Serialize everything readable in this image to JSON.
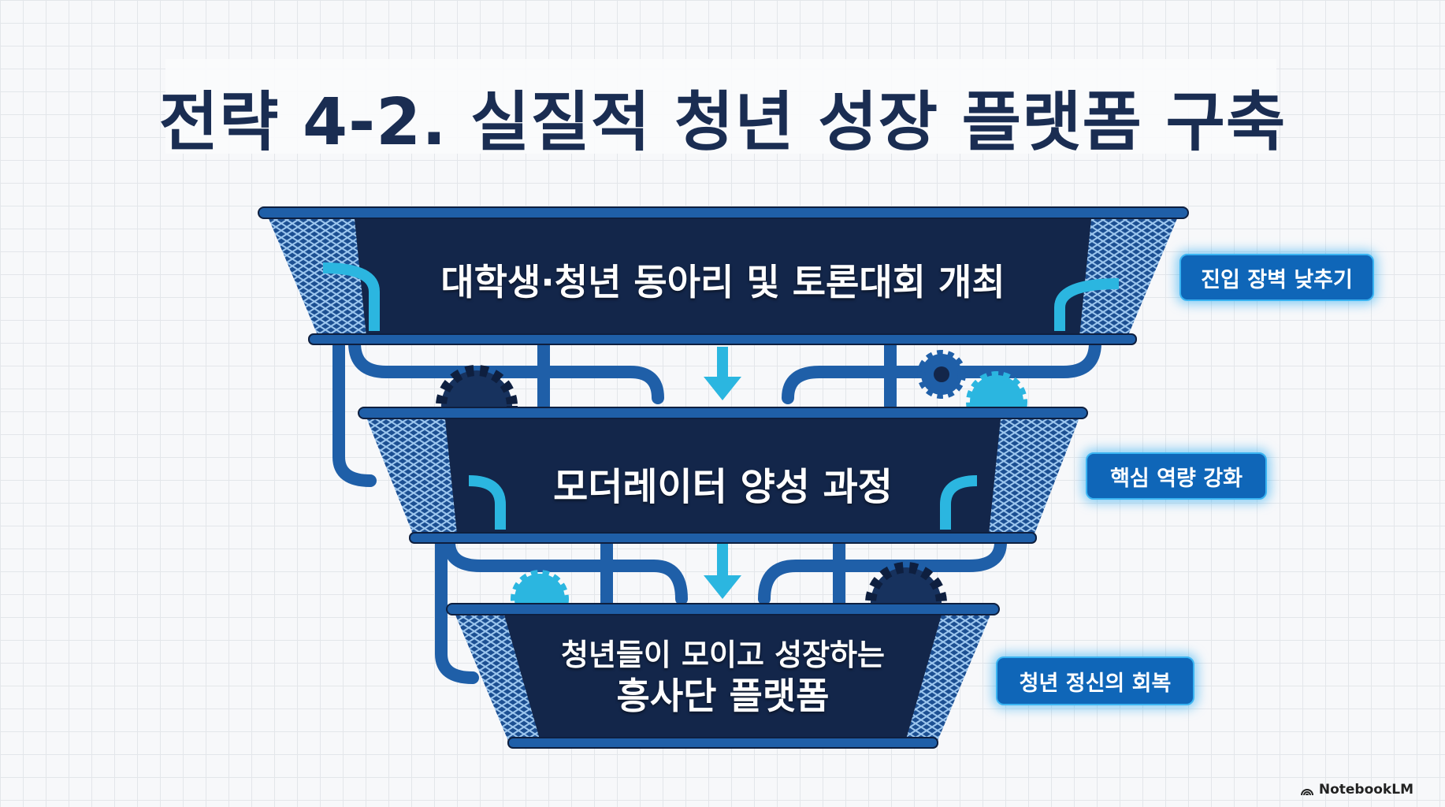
{
  "title": "전략 4-2. 실질적 청년 성장 플랫폼 구축",
  "tiers": [
    {
      "lines": [
        "대학생·청년 동아리 및 토론대회 개최"
      ],
      "label": "진입 장벽 낮추기"
    },
    {
      "lines": [
        "모더레이터 양성 과정"
      ],
      "label": "핵심 역량 강화"
    },
    {
      "lines": [
        "청년들이 모이고 성장하는",
        "흥사단 플랫폼"
      ],
      "label": "청년 정신의 회복"
    }
  ],
  "brand": "NotebookLM",
  "colors": {
    "navy": "#13264a",
    "pipe": "#1f5fa8",
    "cyan": "#2bb6e0",
    "title": "#1a2d52"
  }
}
